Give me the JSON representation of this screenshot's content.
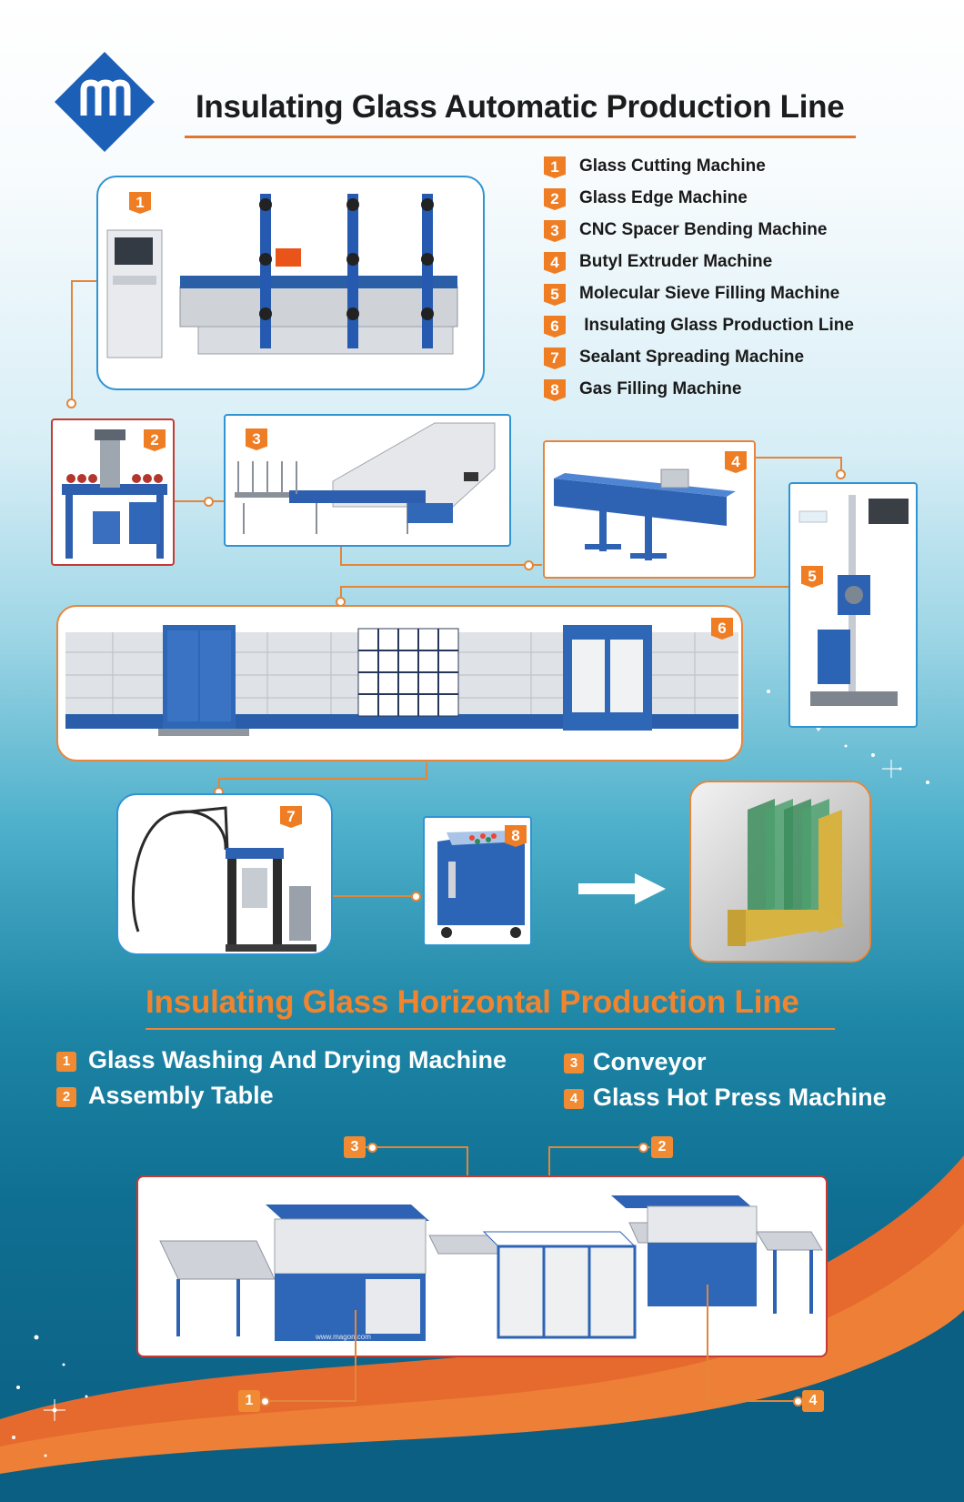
{
  "header": {
    "logo_letter": "m",
    "title": "Insulating Glass Automatic Production Line"
  },
  "automatic_line": {
    "items": [
      {
        "num": "1",
        "label": "Glass Cutting Machine"
      },
      {
        "num": "2",
        "label": "Glass Edge Machine"
      },
      {
        "num": "3",
        "label": "CNC Spacer Bending Machine"
      },
      {
        "num": "4",
        "label": "Butyl Extruder Machine"
      },
      {
        "num": "5",
        "label": "Molecular Sieve Filling Machine"
      },
      {
        "num": "6",
        "label": " Insulating Glass Production Line"
      },
      {
        "num": "7",
        "label": "Sealant Spreading Machine"
      },
      {
        "num": "8",
        "label": "Gas Filling Machine"
      }
    ]
  },
  "horizontal_line": {
    "title": "Insulating Glass Horizontal Production Line",
    "items": [
      {
        "num": "1",
        "label": "Glass Washing And Drying Machine"
      },
      {
        "num": "2",
        "label": "Assembly Table"
      },
      {
        "num": "3",
        "label": "Conveyor"
      },
      {
        "num": "4",
        "label": "Glass Hot Press Machine"
      }
    ],
    "watermark": "www.magon.com"
  },
  "colors": {
    "accent_orange": "#ef7d24",
    "machine_blue": "#1f5fb0",
    "panel_blue_border": "#2f94d2",
    "background_teal": "#0f6f92"
  },
  "icons": {
    "arrow": "right-arrow-icon",
    "product": "insulating-glass-window-profile"
  }
}
